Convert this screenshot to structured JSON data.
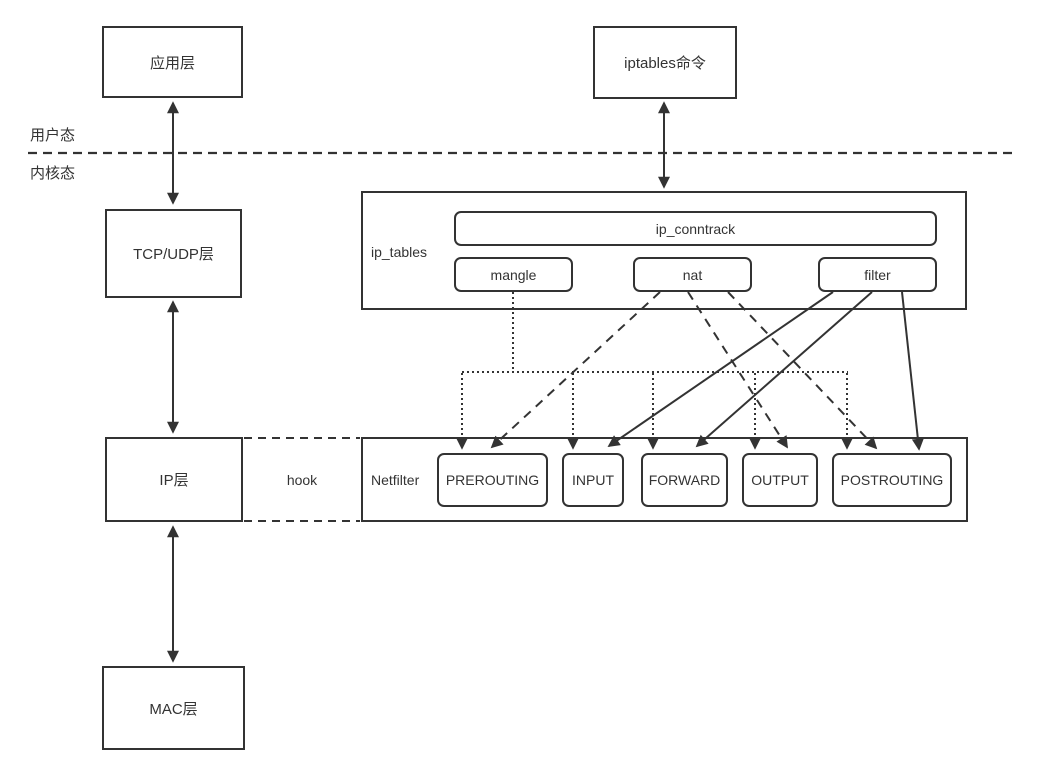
{
  "diagram": {
    "regions": {
      "user_space": "用户态",
      "kernel_space": "内核态"
    },
    "nodes": {
      "app_layer": "应用层",
      "iptables_cmd": "iptables命令",
      "tcp_udp_layer": "TCP/UDP层",
      "ip_layer": "IP层",
      "mac_layer": "MAC层",
      "ip_tables_label": "ip_tables",
      "ip_conntrack": "ip_conntrack",
      "mangle": "mangle",
      "nat": "nat",
      "filter": "filter",
      "hook": "hook",
      "netfilter_label": "Netfilter",
      "chains": [
        "PREROUTING",
        "INPUT",
        "FORWARD",
        "OUTPUT",
        "POSTROUTING"
      ]
    },
    "connections": [
      {
        "from": "app_layer",
        "to": "tcp_udp_layer",
        "style": "solid-double-arrow"
      },
      {
        "from": "iptables_cmd",
        "to": "ip_tables",
        "style": "solid-double-arrow"
      },
      {
        "from": "tcp_udp_layer",
        "to": "ip_layer",
        "style": "solid-double-arrow"
      },
      {
        "from": "ip_layer",
        "to": "mac_layer",
        "style": "solid-double-arrow"
      },
      {
        "from": "ip_layer",
        "to": "netfilter",
        "style": "dashed-hook-link",
        "label": "hook"
      },
      {
        "from": "mangle",
        "to": [
          "PREROUTING",
          "INPUT",
          "FORWARD",
          "OUTPUT",
          "POSTROUTING"
        ],
        "style": "dotted-arrow"
      },
      {
        "from": "nat",
        "to": [
          "PREROUTING",
          "OUTPUT",
          "POSTROUTING"
        ],
        "style": "dashed-arrow"
      },
      {
        "from": "filter",
        "to": [
          "INPUT",
          "FORWARD",
          "POSTROUTING"
        ],
        "style": "solid-arrow"
      }
    ],
    "colors": {
      "stroke": "#333333",
      "background": "#ffffff"
    }
  }
}
